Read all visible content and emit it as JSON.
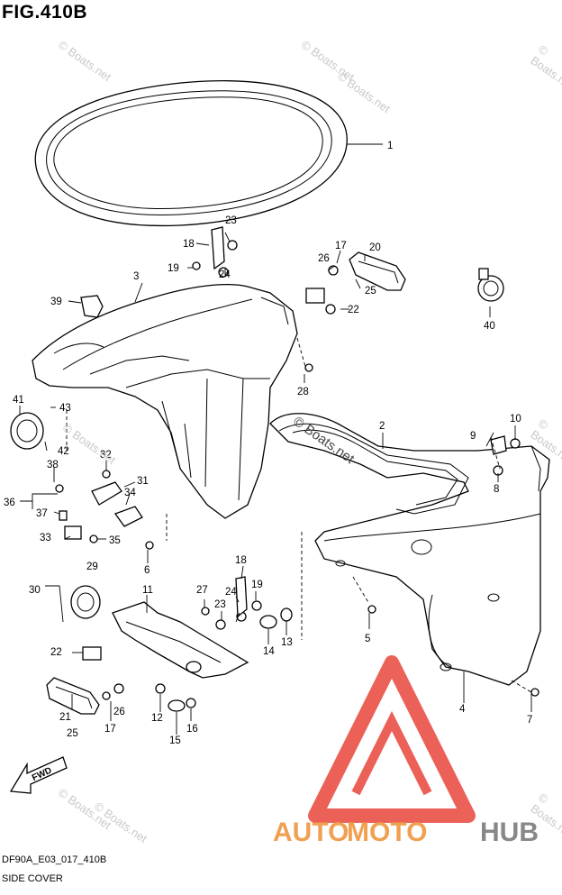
{
  "figure": {
    "title": "FIG.410B",
    "model_code": "DF90A_E03_017_410B",
    "caption": "SIDE COVER"
  },
  "watermarks": {
    "site": "© Boats.net"
  },
  "logo": {
    "text": "AUTOMOTOHUB",
    "primary_color": "#f0a050",
    "secondary_color": "#888888",
    "triangle_color": "#e8463c"
  },
  "fwd_label": "FWD",
  "part_numbers": [
    "1",
    "2",
    "3",
    "4",
    "5",
    "6",
    "7",
    "8",
    "9",
    "10",
    "11",
    "12",
    "13",
    "14",
    "15",
    "16",
    "17",
    "18",
    "19",
    "20",
    "21",
    "22",
    "23",
    "24",
    "25",
    "26",
    "27",
    "28",
    "29",
    "30",
    "31",
    "32",
    "33",
    "34",
    "35",
    "36",
    "37",
    "38",
    "39",
    "40",
    "41",
    "42",
    "43",
    "17",
    "18",
    "19",
    "22",
    "23",
    "24",
    "25",
    "26"
  ]
}
